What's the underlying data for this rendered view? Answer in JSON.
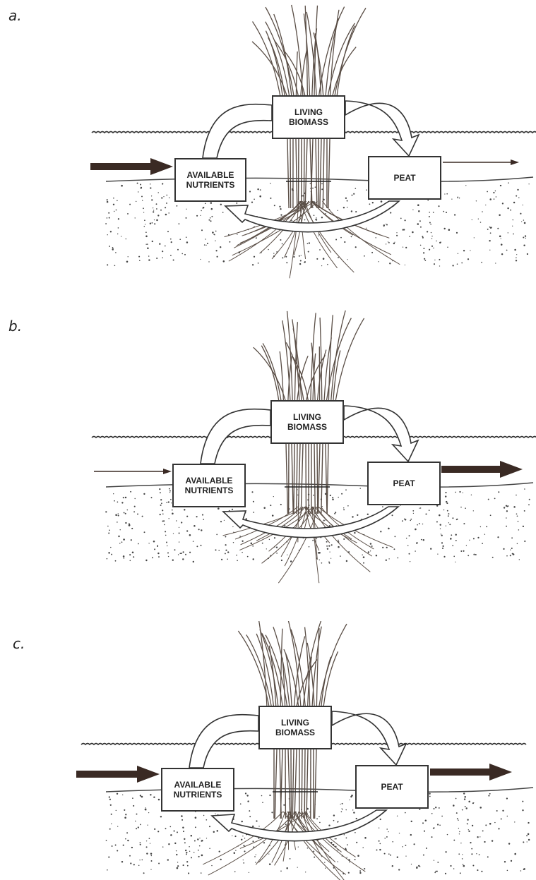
{
  "panels": [
    {
      "label": "a.",
      "inflow": "heavy",
      "outflow": "light"
    },
    {
      "label": "b.",
      "inflow": "light",
      "outflow": "heavy"
    },
    {
      "label": "c.",
      "inflow": "heavy",
      "outflow": "heavy"
    }
  ],
  "boxes": {
    "living_1": "LIVING",
    "living_2": "BIOMASS",
    "nutrients_1": "AVAILABLE",
    "nutrients_2": "NUTRIENTS",
    "peat": "PEAT"
  },
  "colors": {
    "arrow_heavy": "#3a2a24",
    "ink": "#333333",
    "grass": "#5a4e46"
  }
}
